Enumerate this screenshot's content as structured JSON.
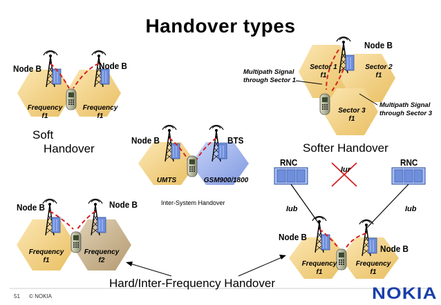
{
  "title": "Handover types",
  "soft": {
    "node_left": "Node B",
    "node_right": "Node B",
    "cell_left": [
      "Frequency",
      "f1"
    ],
    "cell_right": [
      "Frequency",
      "f1"
    ],
    "caption_line1": "Soft",
    "caption_line2": "Handover"
  },
  "softer": {
    "node": "Node B",
    "sector1": [
      "Sector 1",
      "f1"
    ],
    "sector2": [
      "Sector 2",
      "f1"
    ],
    "sector3": [
      "Sector 3",
      "f1"
    ],
    "note_left": [
      "Multipath Signal",
      "through Sector 1"
    ],
    "note_right": [
      "Multipath Signal",
      "through Sector 3"
    ],
    "caption": "Softer Handover"
  },
  "inter_system": {
    "node_left": "Node B",
    "node_right": "BTS",
    "cell_left": "UMTS",
    "cell_right": "GSM900/1800",
    "caption": "Inter-System Handover"
  },
  "hard": {
    "node_left": "Node B",
    "node_right": "Node B",
    "cell_left": [
      "Frequency",
      "f1"
    ],
    "cell_right": [
      "Frequency",
      "f2"
    ],
    "caption": "Hard/Inter-Frequency Handover"
  },
  "rnc_section": {
    "rnc_left": "RNC",
    "rnc_right": "RNC",
    "iur": "Iur",
    "iub_left": "Iub",
    "iub_right": "Iub",
    "node_left": "Node B",
    "node_right": "Node B",
    "cell_left": [
      "Frequency",
      "f1"
    ],
    "cell_right": [
      "Frequency",
      "f1"
    ]
  },
  "footer": {
    "page": "51",
    "copyright": "© NOKIA",
    "logo": "NOKIA"
  },
  "colors": {
    "cell_yellow": "#f4d48a",
    "cell_blue": "#9fb4ec",
    "cell_tan": "#c9b38f",
    "signal_red": "#d62020",
    "logo_blue": "#1a3fa8"
  }
}
